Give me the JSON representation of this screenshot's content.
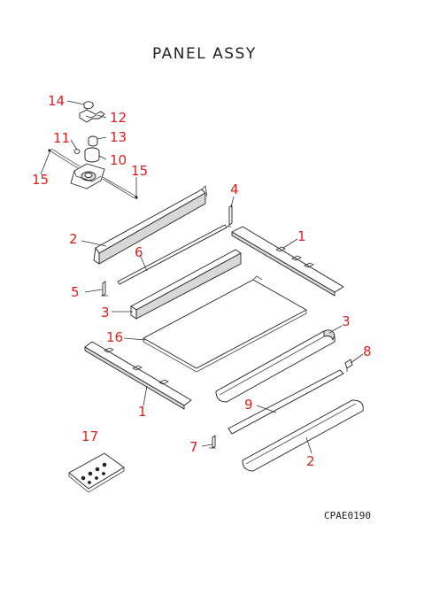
{
  "title": "PANEL ASSY",
  "drawing_code": "CPAE0190",
  "callout_color": "#e0201c",
  "callouts": [
    {
      "id": "c14",
      "label": "14"
    },
    {
      "id": "c12",
      "label": "12"
    },
    {
      "id": "c11",
      "label": "11"
    },
    {
      "id": "c13",
      "label": "13"
    },
    {
      "id": "c10",
      "label": "10"
    },
    {
      "id": "c15a",
      "label": "15"
    },
    {
      "id": "c15b",
      "label": "15"
    },
    {
      "id": "c4",
      "label": "4"
    },
    {
      "id": "c1a",
      "label": "1"
    },
    {
      "id": "c2a",
      "label": "2"
    },
    {
      "id": "c6",
      "label": "6"
    },
    {
      "id": "c5",
      "label": "5"
    },
    {
      "id": "c3a",
      "label": "3"
    },
    {
      "id": "c3b",
      "label": "3"
    },
    {
      "id": "c16",
      "label": "16"
    },
    {
      "id": "c8",
      "label": "8"
    },
    {
      "id": "c1b",
      "label": "1"
    },
    {
      "id": "c9",
      "label": "9"
    },
    {
      "id": "c17",
      "label": "17"
    },
    {
      "id": "c7",
      "label": "7"
    },
    {
      "id": "c2b",
      "label": "2"
    }
  ]
}
